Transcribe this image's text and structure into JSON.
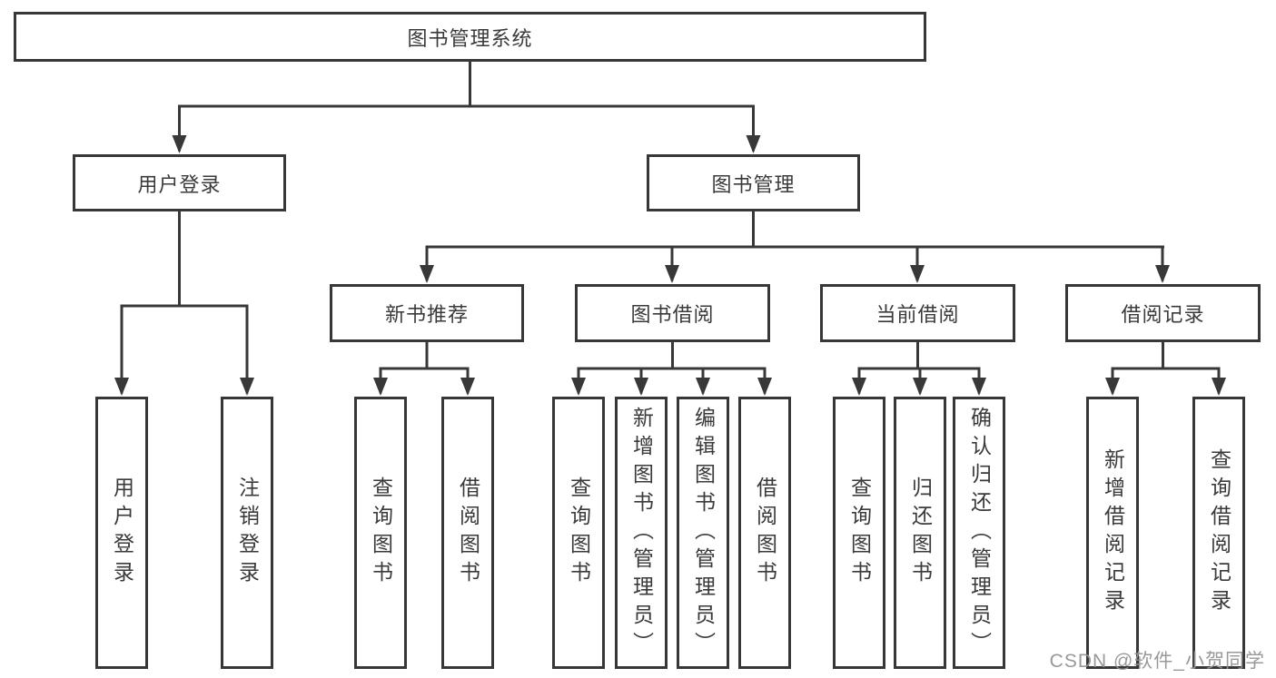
{
  "diagram": {
    "root": {
      "label": "图书管理系统"
    },
    "level2": [
      {
        "label": "用户登录"
      },
      {
        "label": "图书管理"
      }
    ],
    "level3": [
      {
        "label": "新书推荐",
        "parent": "图书管理"
      },
      {
        "label": "图书借阅",
        "parent": "图书管理"
      },
      {
        "label": "当前借阅",
        "parent": "图书管理"
      },
      {
        "label": "借阅记录",
        "parent": "图书管理"
      }
    ],
    "leaves": [
      {
        "label": "用户登录",
        "parent": "用户登录"
      },
      {
        "label": "注销登录",
        "parent": "用户登录"
      },
      {
        "label": "查询图书",
        "parent": "新书推荐"
      },
      {
        "label": "借阅图书",
        "parent": "新书推荐"
      },
      {
        "label": "查询图书",
        "parent": "图书借阅"
      },
      {
        "label": "新增图书（管理员）",
        "parent": "图书借阅"
      },
      {
        "label": "编辑图书（管理员）",
        "parent": "图书借阅"
      },
      {
        "label": "借阅图书",
        "parent": "图书借阅"
      },
      {
        "label": "查询图书",
        "parent": "当前借阅"
      },
      {
        "label": "归还图书",
        "parent": "当前借阅"
      },
      {
        "label": "确认归还（管理员）",
        "parent": "当前借阅"
      },
      {
        "label": "新增借阅记录",
        "parent": "借阅记录"
      },
      {
        "label": "查询借阅记录",
        "parent": "借阅记录"
      }
    ]
  },
  "watermark": "CSDN @软件_小贺同学",
  "colors": {
    "line": "#383838",
    "box_border": "#373737",
    "box_background": "#ffffff",
    "text": "#3a3a3a",
    "watermark": "#949494"
  }
}
